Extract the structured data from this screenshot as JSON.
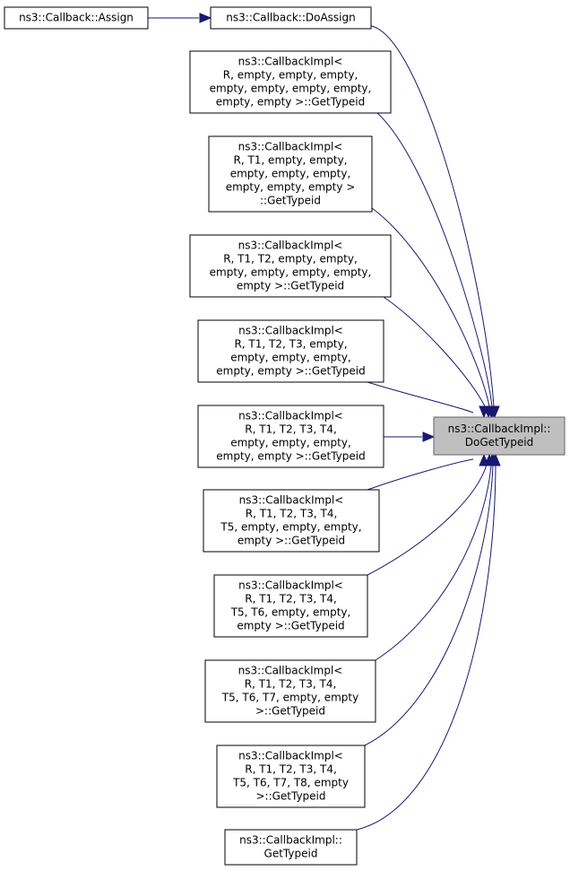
{
  "graph": {
    "edge_color": "#191970",
    "focus_fill": "#bfbfbf",
    "focus": {
      "id": "do_get_typeid",
      "lines": [
        "ns3::CallbackImpl::",
        "DoGetTypeid"
      ]
    },
    "nodes": [
      {
        "id": "assign",
        "lines": [
          "ns3::Callback::Assign"
        ]
      },
      {
        "id": "do_assign",
        "lines": [
          "ns3::Callback::DoAssign"
        ]
      },
      {
        "id": "impl_r",
        "lines": [
          "ns3::CallbackImpl<",
          "R, empty, empty, empty,",
          "empty, empty, empty, empty,",
          "empty, empty >::GetTypeid"
        ]
      },
      {
        "id": "impl_t1",
        "lines": [
          "ns3::CallbackImpl<",
          "R, T1, empty, empty,",
          "empty, empty, empty,",
          "empty, empty, empty >",
          "::GetTypeid"
        ]
      },
      {
        "id": "impl_t2",
        "lines": [
          "ns3::CallbackImpl<",
          "R, T1, T2, empty, empty,",
          "empty, empty, empty, empty,",
          "empty >::GetTypeid"
        ]
      },
      {
        "id": "impl_t3",
        "lines": [
          "ns3::CallbackImpl<",
          "R, T1, T2, T3, empty,",
          "empty, empty, empty,",
          "empty, empty >::GetTypeid"
        ]
      },
      {
        "id": "impl_t4",
        "lines": [
          "ns3::CallbackImpl<",
          "R, T1, T2, T3, T4,",
          "empty, empty, empty,",
          "empty, empty >::GetTypeid"
        ]
      },
      {
        "id": "impl_t5",
        "lines": [
          "ns3::CallbackImpl<",
          "R, T1, T2, T3, T4,",
          "T5, empty, empty, empty,",
          "empty >::GetTypeid"
        ]
      },
      {
        "id": "impl_t6",
        "lines": [
          "ns3::CallbackImpl<",
          "R, T1, T2, T3, T4,",
          "T5, T6, empty, empty,",
          "empty >::GetTypeid"
        ]
      },
      {
        "id": "impl_t7",
        "lines": [
          "ns3::CallbackImpl<",
          "R, T1, T2, T3, T4,",
          "T5, T6, T7, empty, empty",
          ">::GetTypeid"
        ]
      },
      {
        "id": "impl_t8",
        "lines": [
          "ns3::CallbackImpl<",
          "R, T1, T2, T3, T4,",
          "T5, T6, T7, T8, empty",
          ">::GetTypeid"
        ]
      },
      {
        "id": "get_typeid",
        "lines": [
          "ns3::CallbackImpl::",
          "GetTypeid"
        ]
      }
    ],
    "edges": [
      {
        "from": "assign",
        "to": "do_assign"
      },
      {
        "from": "do_assign",
        "to": "do_get_typeid"
      },
      {
        "from": "impl_r",
        "to": "do_get_typeid"
      },
      {
        "from": "impl_t1",
        "to": "do_get_typeid"
      },
      {
        "from": "impl_t2",
        "to": "do_get_typeid"
      },
      {
        "from": "impl_t3",
        "to": "do_get_typeid"
      },
      {
        "from": "impl_t4",
        "to": "do_get_typeid"
      },
      {
        "from": "impl_t5",
        "to": "do_get_typeid"
      },
      {
        "from": "impl_t6",
        "to": "do_get_typeid"
      },
      {
        "from": "impl_t7",
        "to": "do_get_typeid"
      },
      {
        "from": "impl_t8",
        "to": "do_get_typeid"
      },
      {
        "from": "get_typeid",
        "to": "do_get_typeid"
      }
    ]
  }
}
